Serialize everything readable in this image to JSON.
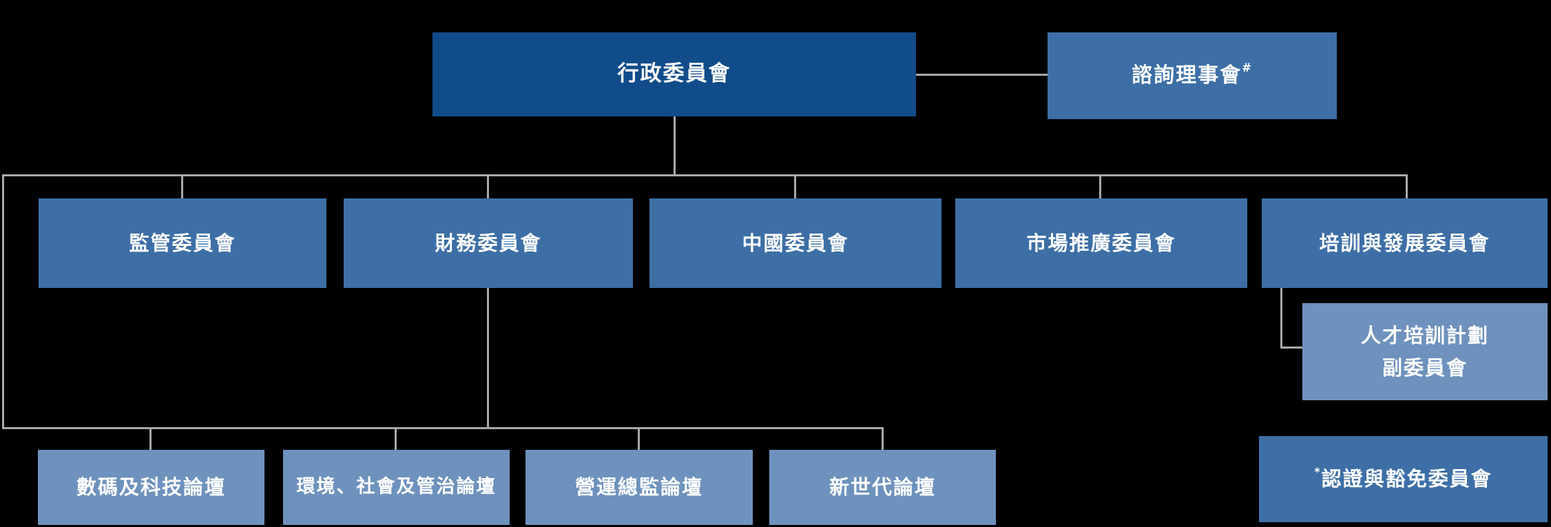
{
  "colors": {
    "background": "#000000",
    "text": "#FFFFFF",
    "connector": "#A9A9A9",
    "primary_dark": "#114C8A",
    "committee_blue": "#3D6FA6",
    "forum_blue": "#6E92BD"
  },
  "org_chart": {
    "root": {
      "label": "行政委員會"
    },
    "advisory": {
      "label": "諮詢理事會",
      "footnote_marker": "#"
    },
    "committees": [
      {
        "label": "監管委員會"
      },
      {
        "label": "財務委員會"
      },
      {
        "label": "中國委員會"
      },
      {
        "label": "市場推廣委員會"
      },
      {
        "label": "培訓與發展委員會"
      }
    ],
    "subcommittee": {
      "label_line1": "人才培訓計劃",
      "label_line2": "副委員會"
    },
    "forums": [
      {
        "label": "數碼及科技論壇"
      },
      {
        "label": "環境、社會及管治論壇"
      },
      {
        "label": "營運總監論壇"
      },
      {
        "label": "新世代論壇"
      }
    ],
    "cert_committee": {
      "footnote_marker": "*",
      "label": "認證與豁免委員會"
    }
  }
}
